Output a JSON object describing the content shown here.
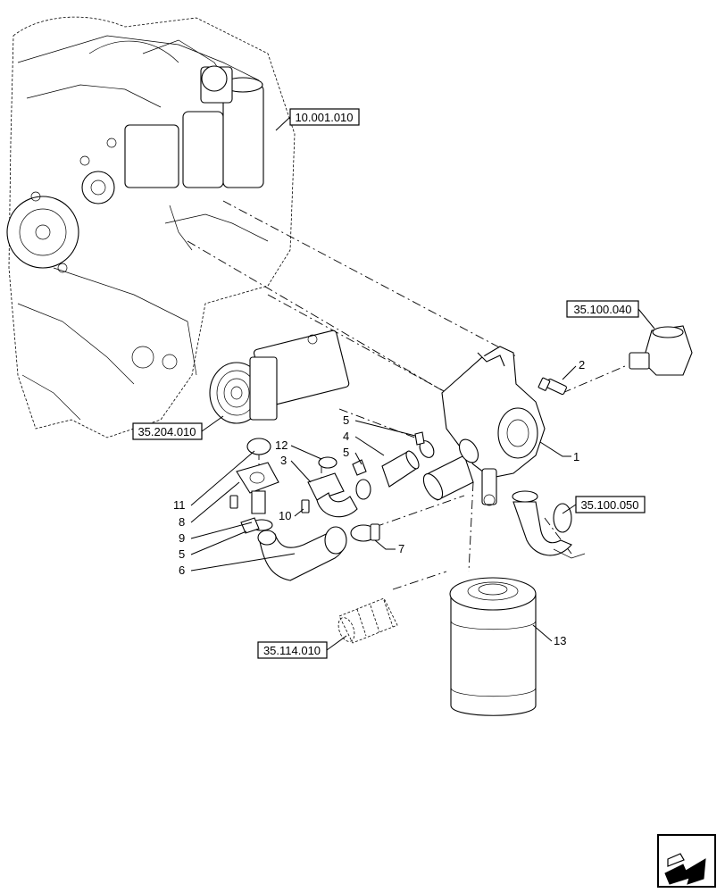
{
  "references": {
    "engine": "10.001.010",
    "pump": "35.204.010",
    "fitting_top": "35.100.040",
    "pipe_right": "35.100.050",
    "hose_left": "35.114.010"
  },
  "callouts": {
    "c1": "1",
    "c2": "2",
    "c3": "3",
    "c4": "4",
    "c5a": "5",
    "c5b": "5",
    "c5c": "5",
    "c6": "6",
    "c7": "7",
    "c8": "8",
    "c9": "9",
    "c10": "10",
    "c11": "11",
    "c12": "12",
    "c13": "13"
  },
  "icons": {
    "corner": "next-page-arrow-icon"
  }
}
